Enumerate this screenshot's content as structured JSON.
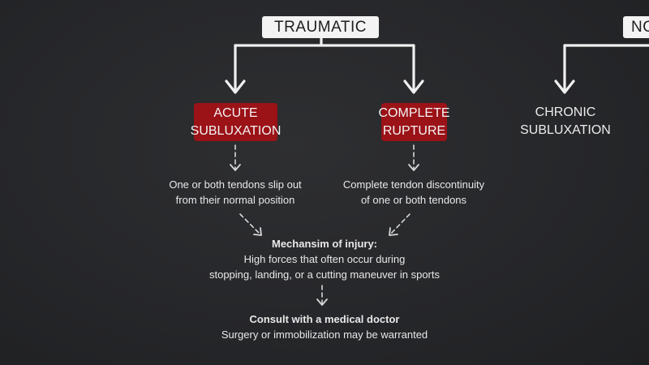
{
  "header": {
    "traumatic_label": "TRAUMATIC",
    "nontraumatic_label": "NO"
  },
  "nodes": {
    "acute": {
      "line1": "ACUTE",
      "line2": "SUBLUXATION"
    },
    "complete": {
      "line1": "COMPLETE",
      "line2": "RUPTURE"
    },
    "chronic": {
      "line1": "CHRONIC",
      "line2": "SUBLUXATION"
    }
  },
  "descriptions": {
    "acute": {
      "line1": "One or both tendons slip out",
      "line2": "from their normal position"
    },
    "complete": {
      "line1": "Complete tendon discontinuity",
      "line2": "of one or both tendons"
    }
  },
  "mechanism": {
    "title": "Mechansim of injury:",
    "line1": "High forces that often occur during",
    "line2": "stopping, landing, or a cutting maneuver in sports"
  },
  "consult": {
    "title": "Consult with a medical doctor",
    "line1": "Surgery or immobilization may be warranted"
  },
  "colors": {
    "background": "#26272a",
    "accent_red": "#9b1217",
    "chalk": "#f0f0f0"
  }
}
